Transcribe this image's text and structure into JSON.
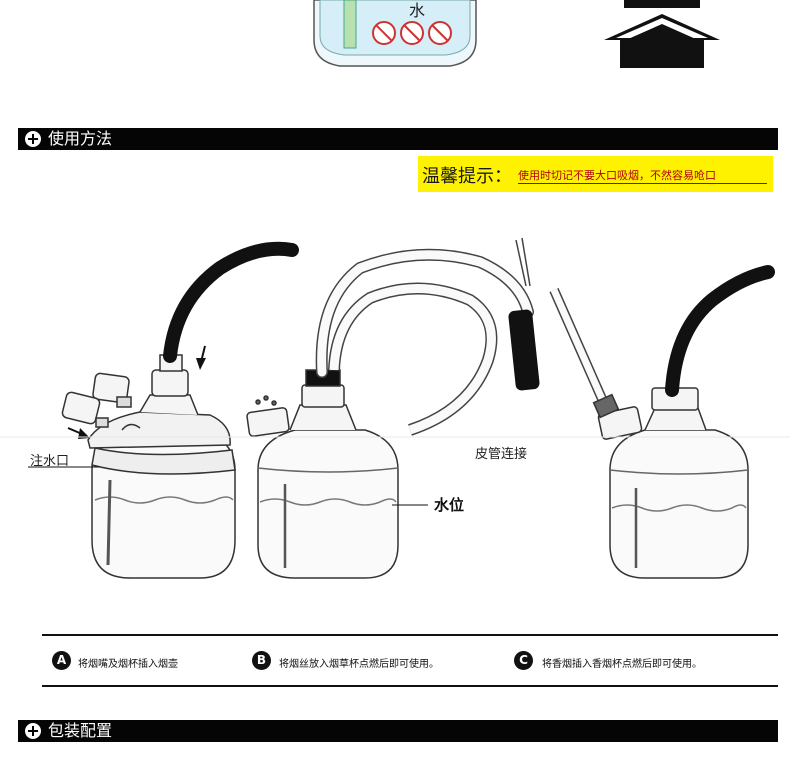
{
  "top_product": {
    "label": "水"
  },
  "section_usage": {
    "title": "使用方法"
  },
  "tip": {
    "title": "温馨提示：",
    "text": "使用时切记不要大口吸烟，不然容易呛口"
  },
  "labels": {
    "water_inlet": "注水口",
    "hose_connection": "皮管连接",
    "water_level": "水位"
  },
  "steps": [
    {
      "letter": "A",
      "text": "将烟嘴及烟杯插入烟壶"
    },
    {
      "letter": "B",
      "text": "将烟丝放入烟草杯点燃后即可使用。"
    },
    {
      "letter": "C",
      "text": "将香烟插入香烟杯点燃后即可使用。"
    }
  ],
  "section_package": {
    "title": "包装配置"
  },
  "icons": {
    "up_arrow": "up-arrow-icon",
    "section_plus": "plus-circle-icon"
  },
  "colors": {
    "bar": "#050505",
    "tip_bg": "#fff200",
    "tip_text": "#b0000f"
  }
}
